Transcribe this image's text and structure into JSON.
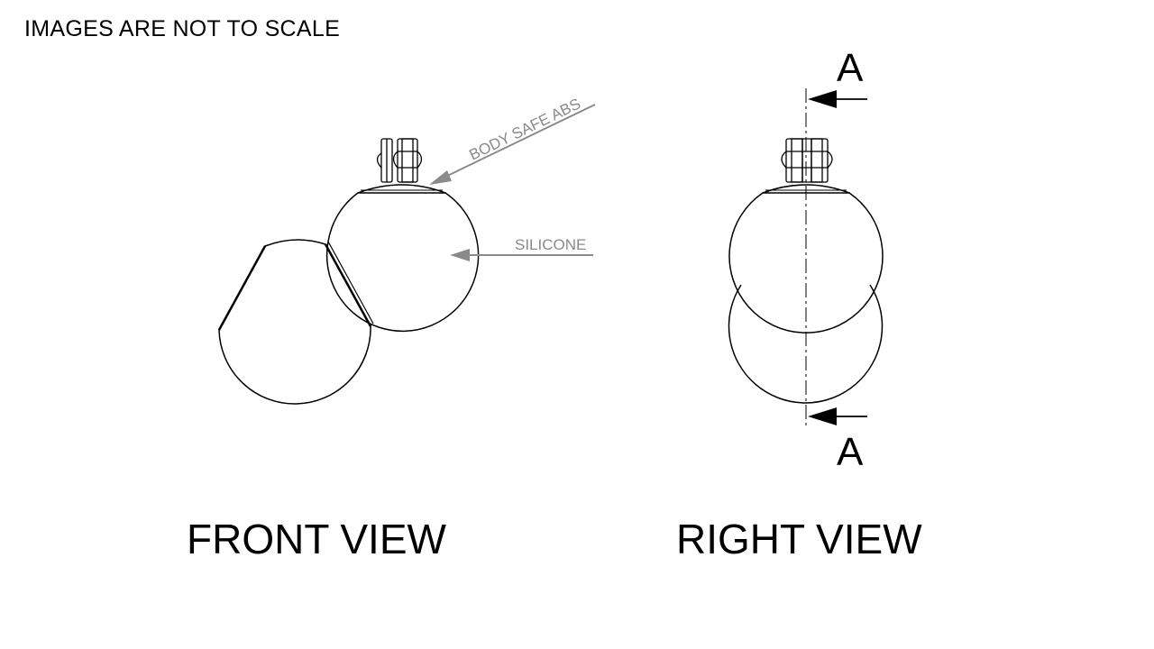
{
  "header": {
    "scale_note": "IMAGES ARE NOT TO SCALE"
  },
  "front_view": {
    "title": "FRONT VIEW",
    "callouts": {
      "abs_label": "BODY SAFE ABS",
      "silicone_label": "SILICONE"
    }
  },
  "right_view": {
    "title": "RIGHT VIEW",
    "section": {
      "top_label": "A",
      "bottom_label": "A"
    }
  },
  "colors": {
    "line": "#000000",
    "callout": "#8a8a8a",
    "background": "#ffffff"
  }
}
